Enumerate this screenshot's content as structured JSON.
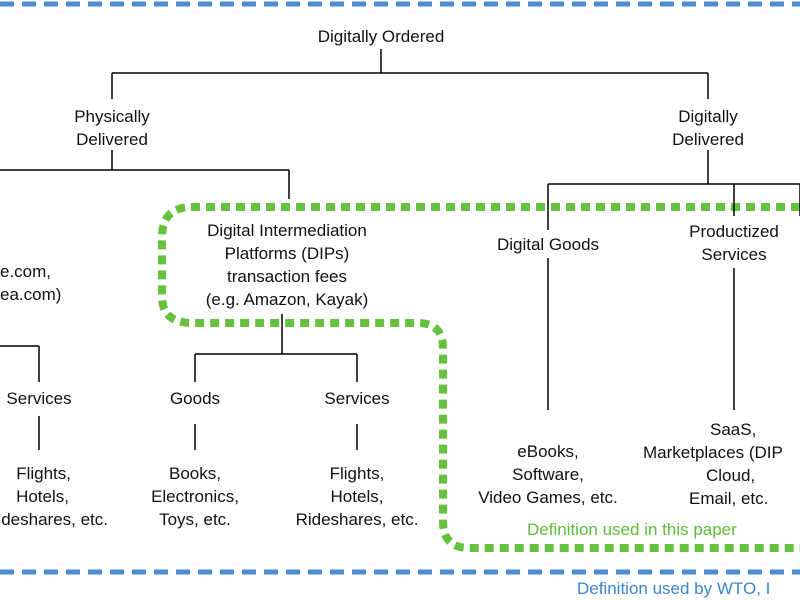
{
  "colors": {
    "wto_border": "#4a8fd4",
    "paper_border": "#66c23e",
    "line": "#000000"
  },
  "nodes": {
    "digitally_ordered": "Digitally Ordered",
    "physically_delivered": [
      "Physically",
      "Delivered"
    ],
    "digitally_delivered": [
      "Digitally",
      "Delivered"
    ],
    "left_examples": [
      "e.com,",
      "ea.com)"
    ],
    "dips": [
      "Digital Intermediation",
      "Platforms (DIPs)",
      "transaction fees",
      "(e.g. Amazon, Kayak)"
    ],
    "digital_goods": "Digital Goods",
    "productized_services": [
      "Productized",
      "Services"
    ],
    "left_services": "Services",
    "dip_goods": "Goods",
    "dip_services": "Services",
    "left_leaf": [
      "Flights,",
      "Hotels,",
      "deshares, etc."
    ],
    "dip_goods_leaf": [
      "Books,",
      "Electronics,",
      "Toys, etc."
    ],
    "dip_services_leaf": [
      "Flights,",
      "Hotels,",
      "Rideshares, etc."
    ],
    "digital_goods_leaf": [
      "eBooks,",
      "Software,",
      "Video Games, etc."
    ],
    "productized_leaf": [
      "SaaS,",
      "Marketplaces (DIP",
      "Cloud,",
      "Email, etc."
    ]
  },
  "labels": {
    "paper_definition": "Definition used in this paper",
    "wto_definition": "Definition used by WTO, I"
  }
}
